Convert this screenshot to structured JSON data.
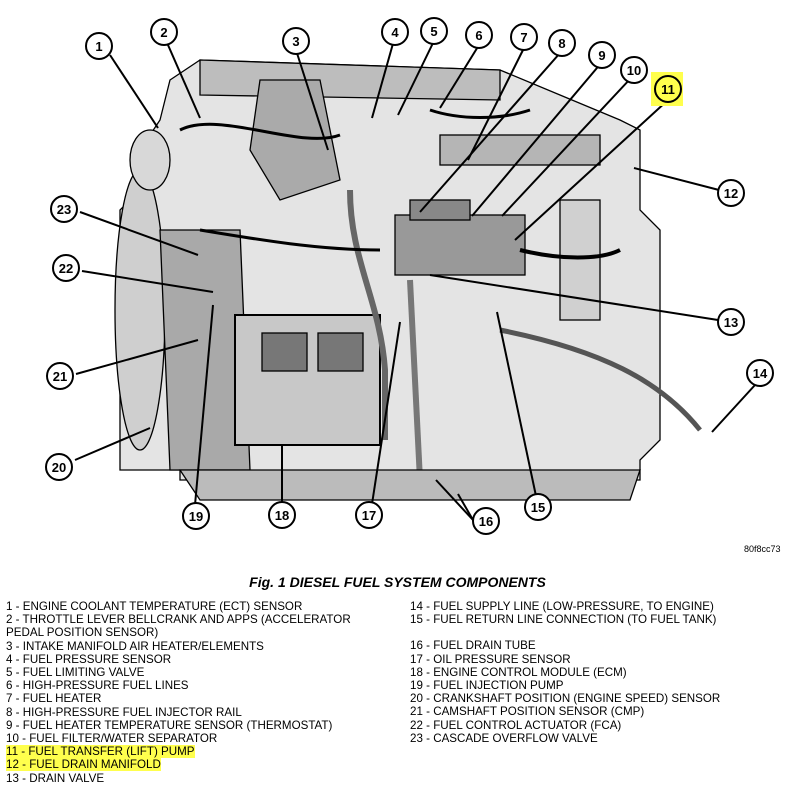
{
  "diagram": {
    "code": "80f8cc73",
    "highlight_color": "#ffff4d",
    "callouts": [
      {
        "number": "1"
      },
      {
        "number": "2"
      },
      {
        "number": "3"
      },
      {
        "number": "4"
      },
      {
        "number": "5"
      },
      {
        "number": "6"
      },
      {
        "number": "7"
      },
      {
        "number": "8"
      },
      {
        "number": "9"
      },
      {
        "number": "10"
      },
      {
        "number": "11",
        "highlighted": true
      },
      {
        "number": "12"
      },
      {
        "number": "13"
      },
      {
        "number": "14"
      },
      {
        "number": "15"
      },
      {
        "number": "16"
      },
      {
        "number": "17"
      },
      {
        "number": "18"
      },
      {
        "number": "19"
      },
      {
        "number": "20"
      },
      {
        "number": "21"
      },
      {
        "number": "22"
      },
      {
        "number": "23"
      }
    ]
  },
  "figure": {
    "title": "Fig. 1 DIESEL FUEL SYSTEM COMPONENTS"
  },
  "legend": {
    "left": [
      {
        "text": "1 - ENGINE COOLANT TEMPERATURE (ECT) SENSOR"
      },
      {
        "text": "2 - THROTTLE LEVER BELLCRANK AND APPS (ACCELERATOR"
      },
      {
        "text": "PEDAL POSITION SENSOR)"
      },
      {
        "text": "3 - INTAKE MANIFOLD AIR HEATER/ELEMENTS"
      },
      {
        "text": "4 - FUEL PRESSURE SENSOR"
      },
      {
        "text": "5 - FUEL LIMITING VALVE"
      },
      {
        "text": "6 - HIGH-PRESSURE FUEL LINES"
      },
      {
        "text": "7 - FUEL HEATER"
      },
      {
        "text": "8 - HIGH-PRESSURE FUEL INJECTOR RAIL"
      },
      {
        "text": "9 - FUEL HEATER TEMPERATURE SENSOR (THERMOSTAT)"
      },
      {
        "text": "10 - FUEL FILTER/WATER SEPARATOR"
      },
      {
        "text": "11 - FUEL TRANSFER (LIFT) PUMP",
        "highlighted": true
      },
      {
        "text": "12 - FUEL DRAIN MANIFOLD",
        "highlighted": true
      },
      {
        "text": "13 - DRAIN VALVE"
      }
    ],
    "right": [
      {
        "text": "14 - FUEL SUPPLY LINE (LOW-PRESSURE, TO ENGINE)"
      },
      {
        "text": "15 - FUEL RETURN LINE CONNECTION (TO FUEL TANK)"
      },
      {
        "text": ""
      },
      {
        "text": "16 - FUEL DRAIN TUBE"
      },
      {
        "text": "17 - OIL PRESSURE SENSOR"
      },
      {
        "text": "18 - ENGINE CONTROL MODULE (ECM)"
      },
      {
        "text": "19 - FUEL INJECTION PUMP"
      },
      {
        "text": "20 - CRANKSHAFT POSITION (ENGINE SPEED) SENSOR"
      },
      {
        "text": "21 - CAMSHAFT POSITION SENSOR (CMP)"
      },
      {
        "text": "22 - FUEL CONTROL ACTUATOR (FCA)"
      },
      {
        "text": "23 - CASCADE OVERFLOW VALVE"
      }
    ]
  }
}
